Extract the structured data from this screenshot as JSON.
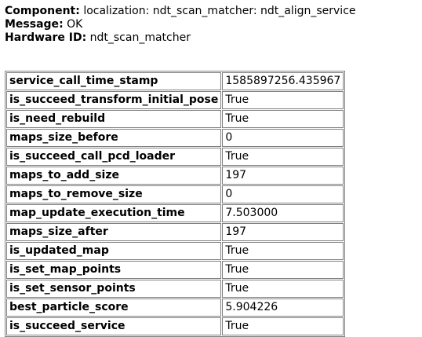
{
  "header": {
    "component_label": "Component",
    "component_value": "localization: ndt_scan_matcher: ndt_align_service",
    "message_label": "Message",
    "message_value": "OK",
    "hardware_label": "Hardware ID",
    "hardware_value": "ndt_scan_matcher"
  },
  "table": {
    "rows": [
      {
        "key": "service_call_time_stamp",
        "value": "1585897256.435967"
      },
      {
        "key": "is_succeed_transform_initial_pose",
        "value": "True"
      },
      {
        "key": "is_need_rebuild",
        "value": "True"
      },
      {
        "key": "maps_size_before",
        "value": "0"
      },
      {
        "key": "is_succeed_call_pcd_loader",
        "value": "True"
      },
      {
        "key": "maps_to_add_size",
        "value": "197"
      },
      {
        "key": "maps_to_remove_size",
        "value": "0"
      },
      {
        "key": "map_update_execution_time",
        "value": "7.503000"
      },
      {
        "key": "maps_size_after",
        "value": "197"
      },
      {
        "key": "is_updated_map",
        "value": "True"
      },
      {
        "key": "is_set_map_points",
        "value": "True"
      },
      {
        "key": "is_set_sensor_points",
        "value": "True"
      },
      {
        "key": "best_particle_score",
        "value": "5.904226"
      },
      {
        "key": "is_succeed_service",
        "value": "True"
      }
    ]
  }
}
